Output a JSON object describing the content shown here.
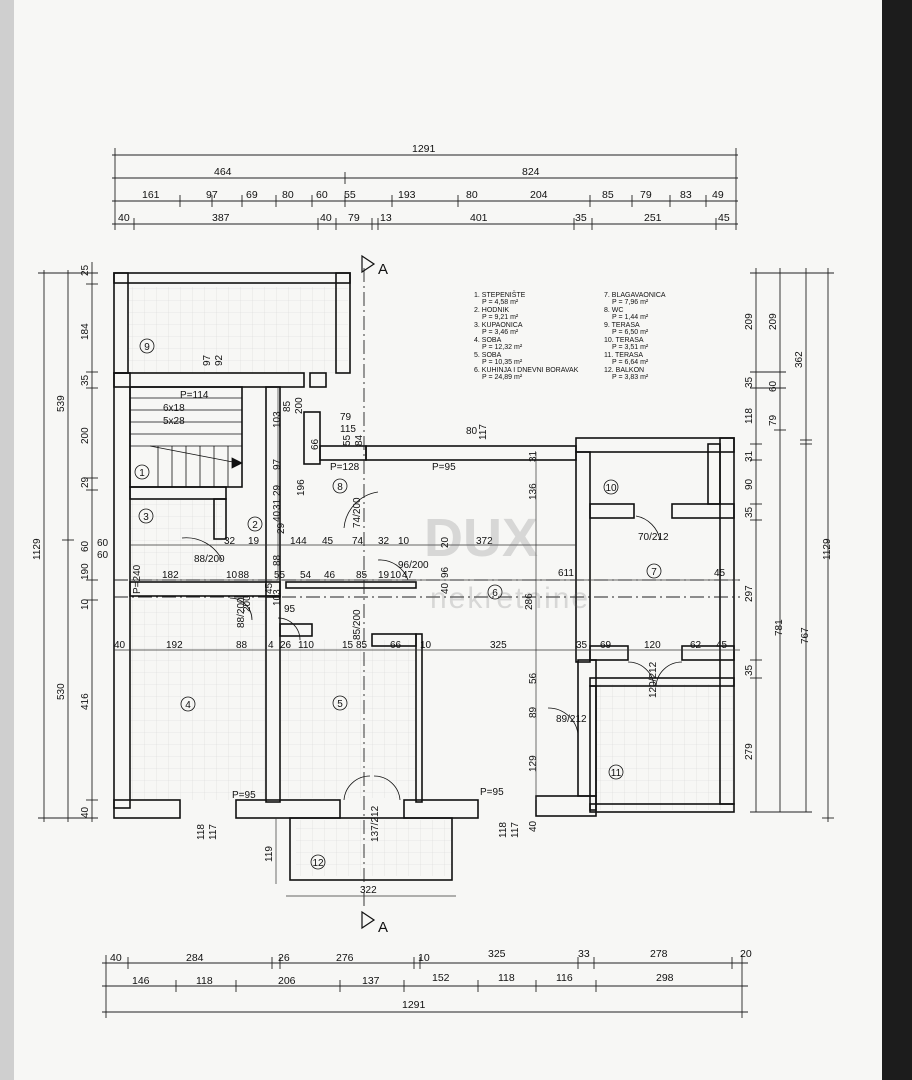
{
  "dims_top": {
    "row1": [
      "1291"
    ],
    "row2": [
      "464",
      "824"
    ],
    "row3": [
      "161",
      "97",
      "69",
      "80",
      "60",
      "55",
      "193",
      "80",
      "204",
      "85",
      "79",
      "83",
      "49"
    ],
    "row4": [
      "40",
      "387",
      "40",
      "79",
      "13",
      "401",
      "35",
      "251",
      "45"
    ]
  },
  "dims_bottom": {
    "row1": [
      "40",
      "284",
      "26",
      "276",
      "10",
      "325",
      "33",
      "278",
      "20"
    ],
    "row2": [
      "146",
      "118",
      "206",
      "137",
      "152",
      "118",
      "116",
      "298"
    ],
    "row3": [
      "1291"
    ]
  },
  "dims_left": {
    "inner": [
      "25",
      "184",
      "35",
      "200",
      "29",
      "190",
      "60",
      "10",
      "416",
      "40"
    ],
    "middle": [
      "539",
      "530"
    ],
    "outer": [
      "1129"
    ],
    "window": [
      "60",
      "60"
    ]
  },
  "dims_right": {
    "inner": [
      "209",
      "35",
      "118",
      "31",
      "90",
      "35",
      "297",
      "35",
      "279"
    ],
    "r2": [
      "209",
      "60",
      "79"
    ],
    "r3": [
      "362",
      "781"
    ],
    "r4": [
      "767"
    ],
    "r5": [
      "1129"
    ]
  },
  "section_marks": [
    "A",
    "A"
  ],
  "room_numbers": [
    "1",
    "2",
    "3",
    "4",
    "5",
    "6",
    "7",
    "8",
    "9",
    "10",
    "11",
    "12"
  ],
  "legend": [
    {
      "name": "1. STEPENIŠTE",
      "area": "P = 4,58 m²"
    },
    {
      "name": "2. HODNIK",
      "area": "P = 9,21 m²"
    },
    {
      "name": "3. KUPAONICA",
      "area": "P = 3,46 m²"
    },
    {
      "name": "4. SOBA",
      "area": "P = 12,32 m²"
    },
    {
      "name": "5. SOBA",
      "area": "P = 10,35 m²"
    },
    {
      "name": "6. KUHINJA I DNEVNI BORAVAK",
      "area": "P = 24,89 m²"
    },
    {
      "name": "7. BLAGAVAONICA",
      "area": "P = 7,96 m²"
    },
    {
      "name": "8. WC",
      "area": "P = 1,44 m²"
    },
    {
      "name": "9. TERASA",
      "area": "P = 6,50 m²"
    },
    {
      "name": "10. TERASA",
      "area": "P = 3,51 m²"
    },
    {
      "name": "11. TERASA",
      "area": "P = 6,64 m²"
    },
    {
      "name": "12. BALKON",
      "area": "P = 3,83 m²"
    }
  ],
  "inner_labels": {
    "stair": [
      "P=114",
      "6x18",
      "5x28"
    ],
    "parapets": [
      "P=128",
      "P=95",
      "P=95",
      "P=95",
      "P=240"
    ],
    "hall_row": [
      "32",
      "19",
      "144",
      "45",
      "74",
      "32",
      "10",
      "372"
    ],
    "mid_row": [
      "182",
      "10",
      "88",
      "55",
      "54",
      "46",
      "85",
      "19",
      "10",
      "47",
      "611",
      "45"
    ],
    "rooms_row": [
      "40",
      "192",
      "88",
      "4",
      "26",
      "110",
      "15",
      "85",
      "66",
      "10",
      "325",
      "35",
      "69",
      "120",
      "62",
      "45"
    ],
    "doors": [
      "88/200",
      "88/200",
      "96/200",
      "74/200",
      "85/200",
      "70/212",
      "120/212",
      "89/212",
      "137/212"
    ],
    "misc": [
      "97",
      "92",
      "85",
      "200",
      "103",
      "97",
      "196",
      "29",
      "31",
      "40",
      "29",
      "88",
      "79",
      "115",
      "55",
      "84",
      "66",
      "80",
      "117",
      "31",
      "136",
      "20",
      "96",
      "40",
      "286",
      "56",
      "89",
      "129",
      "95",
      "103",
      "45",
      "200",
      "118",
      "117",
      "118",
      "117",
      "40",
      "119",
      "322"
    ]
  },
  "watermark": {
    "brand": "DUX",
    "sub": "nekretnine"
  }
}
